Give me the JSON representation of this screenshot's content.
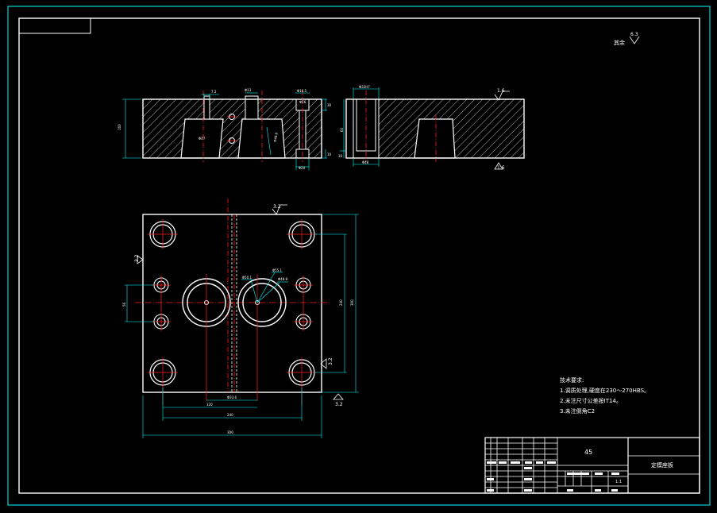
{
  "drawing": {
    "colors": {
      "background": "#000000",
      "outline": "#ffffff",
      "frame": "#00ffff",
      "centerline": "#ff2020",
      "dimension": "#00ffff"
    },
    "roughness_note_label": "其余",
    "roughness_general": "6.3",
    "roughness_marks": [
      "1.6",
      "1.6",
      "3.2",
      "3.2",
      "3.2",
      "3.2"
    ],
    "technical_requirements": {
      "heading": "技术要求:",
      "items": [
        "1.调质处理,硬度在230～270HBS。",
        "2.未注尺寸公差按IT14。",
        "3.未注倒角C2"
      ]
    },
    "title_block": {
      "material": "45",
      "part_name": "定模座板",
      "scale": "1:1"
    }
  }
}
